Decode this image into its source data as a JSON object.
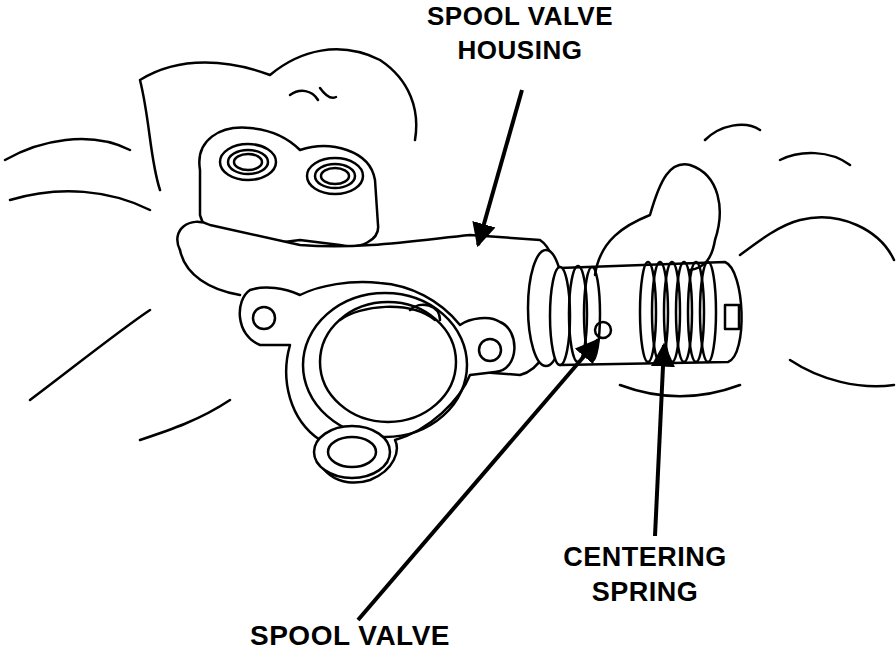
{
  "diagram": {
    "labels": [
      "SPOOL VALVE HOUSING",
      "CENTERING SPRING",
      "SPOOL VALVE"
    ]
  }
}
